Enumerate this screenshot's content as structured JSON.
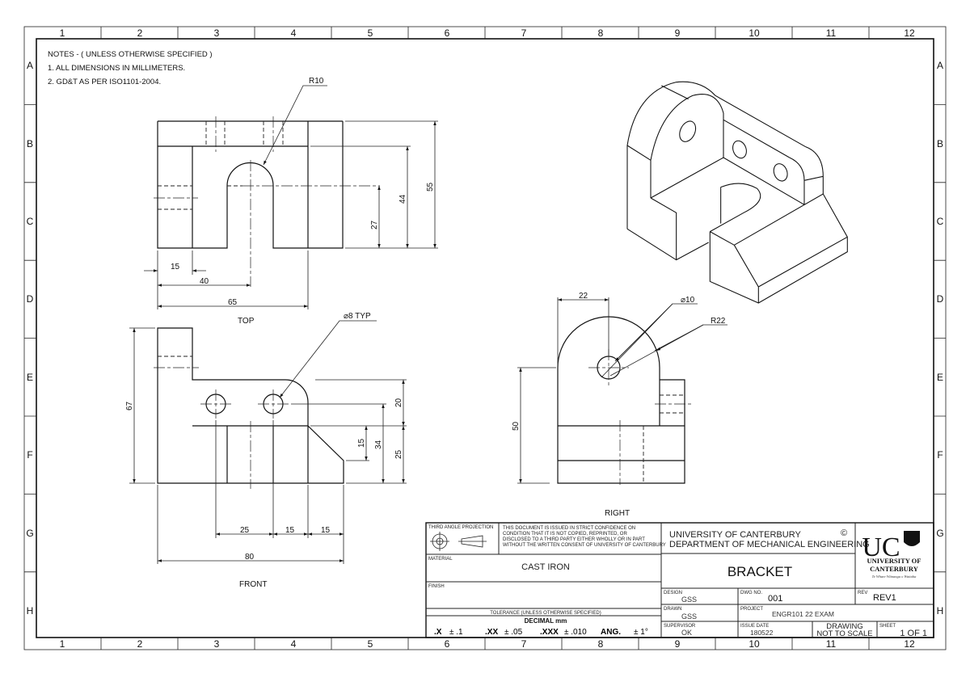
{
  "border": {
    "columns": [
      "1",
      "2",
      "3",
      "4",
      "5",
      "6",
      "7",
      "8",
      "9",
      "10",
      "11",
      "12"
    ],
    "rows": [
      "A",
      "B",
      "C",
      "D",
      "E",
      "F",
      "G",
      "H"
    ]
  },
  "notes": {
    "title": "NOTES - ( UNLESS OTHERWISE SPECIFIED )",
    "items": [
      "1.  ALL DIMENSIONS IN  MILLIMETERS.",
      "2.  GD&T AS PER ISO1101-2004."
    ]
  },
  "views": {
    "top": {
      "label": "TOP",
      "dims": {
        "r": "R10",
        "d15": "15",
        "d40": "40",
        "d65": "65",
        "d27": "27",
        "d44": "44",
        "d55": "55"
      }
    },
    "front": {
      "label": "FRONT",
      "dims": {
        "hole": "⌀8 TYP",
        "d67": "67",
        "d20": "20",
        "d15": "15",
        "d34": "34",
        "d25v": "25",
        "d25": "25",
        "d15a": "15",
        "d15b": "15",
        "d80": "80"
      }
    },
    "right": {
      "label": "RIGHT",
      "dims": {
        "d22": "22",
        "hole": "⌀10",
        "r": "R22",
        "d50": "50"
      }
    }
  },
  "title_block": {
    "projection_label": "THIRD ANGLE PROJECTION",
    "confidential": [
      "THIS DOCUMENT IS ISSUED IN STRICT CONFIDENCE ON",
      "CONDITION THAT IT IS NOT COPIED, REPRINTED, OR",
      "DISCLOSED TO A THIRD PARTY EITHER WHOLLY OR IN PART",
      "WITHOUT THE WRITTEN CONSENT OF UNIVERSITY OF CANTERBURY"
    ],
    "material_label": "MATERIAL",
    "material": "CAST IRON",
    "finish_label": "FINISH",
    "tolerance_label": "TOLERANCE (UNLESS OTHERWISE SPECIFIED)",
    "decimal_label": "DECIMAL    mm",
    "tolerances": [
      {
        "key": ".X",
        "val": "± .1"
      },
      {
        "key": ".XX",
        "val": "± .05"
      },
      {
        "key": ".XXX",
        "val": "± .010"
      },
      {
        "key": "ANG.",
        "val": "± 1°"
      }
    ],
    "university": "UNIVERSITY OF CANTERBURY",
    "department": "DEPARTMENT OF MECHANICAL ENGINEERING",
    "copyright": "©",
    "title": "BRACKET",
    "logo": {
      "mark": "UC",
      "name1": "UNIVERSITY OF",
      "name2": "CANTERBURY",
      "motto": "Te Whare Wānanga o Waitaha"
    },
    "design_label": "DESIGN",
    "design": "GSS",
    "dwg_label": "DWG NO.",
    "dwg": "001",
    "rev_label": "REV",
    "rev": "REV1",
    "drawn_label": "DRAWN",
    "drawn": "GSS",
    "project_label": "PROJECT",
    "project": "ENGR101 22 EXAM",
    "supervisor_label": "SUPERVISOR",
    "supervisor": "OK",
    "issue_label": "ISSUE DATE",
    "issue": "180522",
    "scale1": "DRAWING",
    "scale2": "NOT TO SCALE",
    "sheet_label": "SHEET",
    "sheet": "1 OF 1"
  }
}
